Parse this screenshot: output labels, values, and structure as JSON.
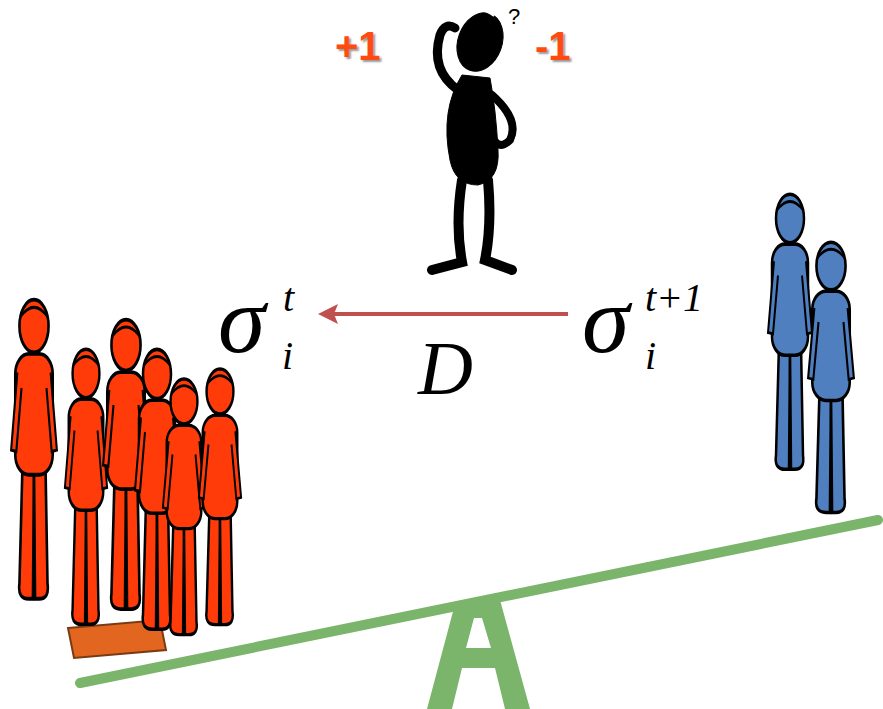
{
  "diagram": {
    "labels": [
      "+1",
      "?",
      "-1",
      "σ",
      "t",
      "i",
      "D",
      "σ",
      "t+1",
      "i"
    ]
  }
}
